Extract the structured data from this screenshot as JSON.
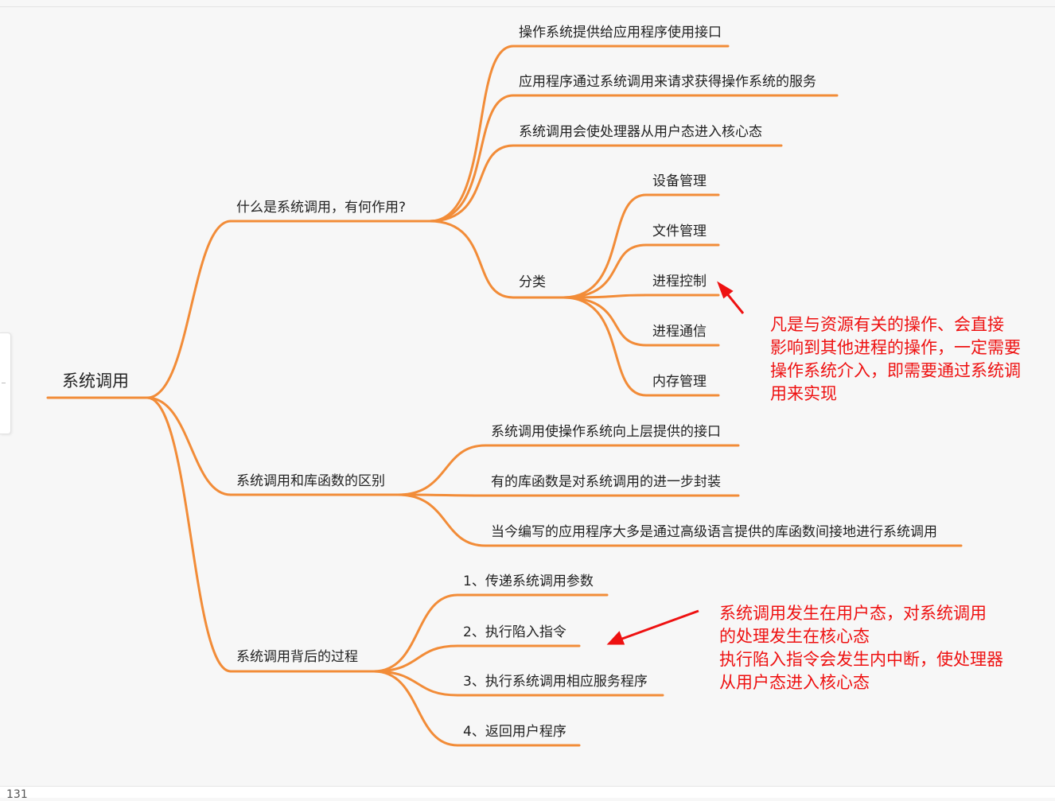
{
  "root": "系统调用",
  "what": {
    "label": "什么是系统调用，有何作用?",
    "items": [
      "操作系统提供给应用程序使用接口",
      "应用程序通过系统调用来请求获得操作系统的服务",
      "系统调用会使处理器从用户态进入核心态"
    ],
    "category": {
      "label": "分类",
      "items": [
        "设备管理",
        "文件管理",
        "进程控制",
        "进程通信",
        "内存管理"
      ]
    }
  },
  "diff": {
    "label": "系统调用和库函数的区别",
    "items": [
      "系统调用使操作系统向上层提供的接口",
      "有的库函数是对系统调用的进一步封装",
      "当今编写的应用程序大多是通过高级语言提供的库函数间接地进行系统调用"
    ]
  },
  "process": {
    "label": "系统调用背后的过程",
    "items": [
      "1、传递系统调用参数",
      "2、执行陷入指令",
      "3、执行系统调用相应服务程序",
      "4、返回用户程序"
    ]
  },
  "annotations": {
    "note1": [
      "凡是与资源有关的操作、会直接",
      "影响到其他进程的操作，一定需要",
      "操作系统介入，即需要通过系统调",
      "用来实现"
    ],
    "note2": [
      "系统调用发生在用户态，对系统调用",
      "的处理发生在核心态",
      "执行陷入指令会发生内中断，使处理器",
      "从用户态进入核心态"
    ]
  },
  "footer": {
    "page_number": "131"
  },
  "colors": {
    "branch": "#f28c38",
    "annotation": "#ee1111",
    "background": "#f7f7f7"
  }
}
